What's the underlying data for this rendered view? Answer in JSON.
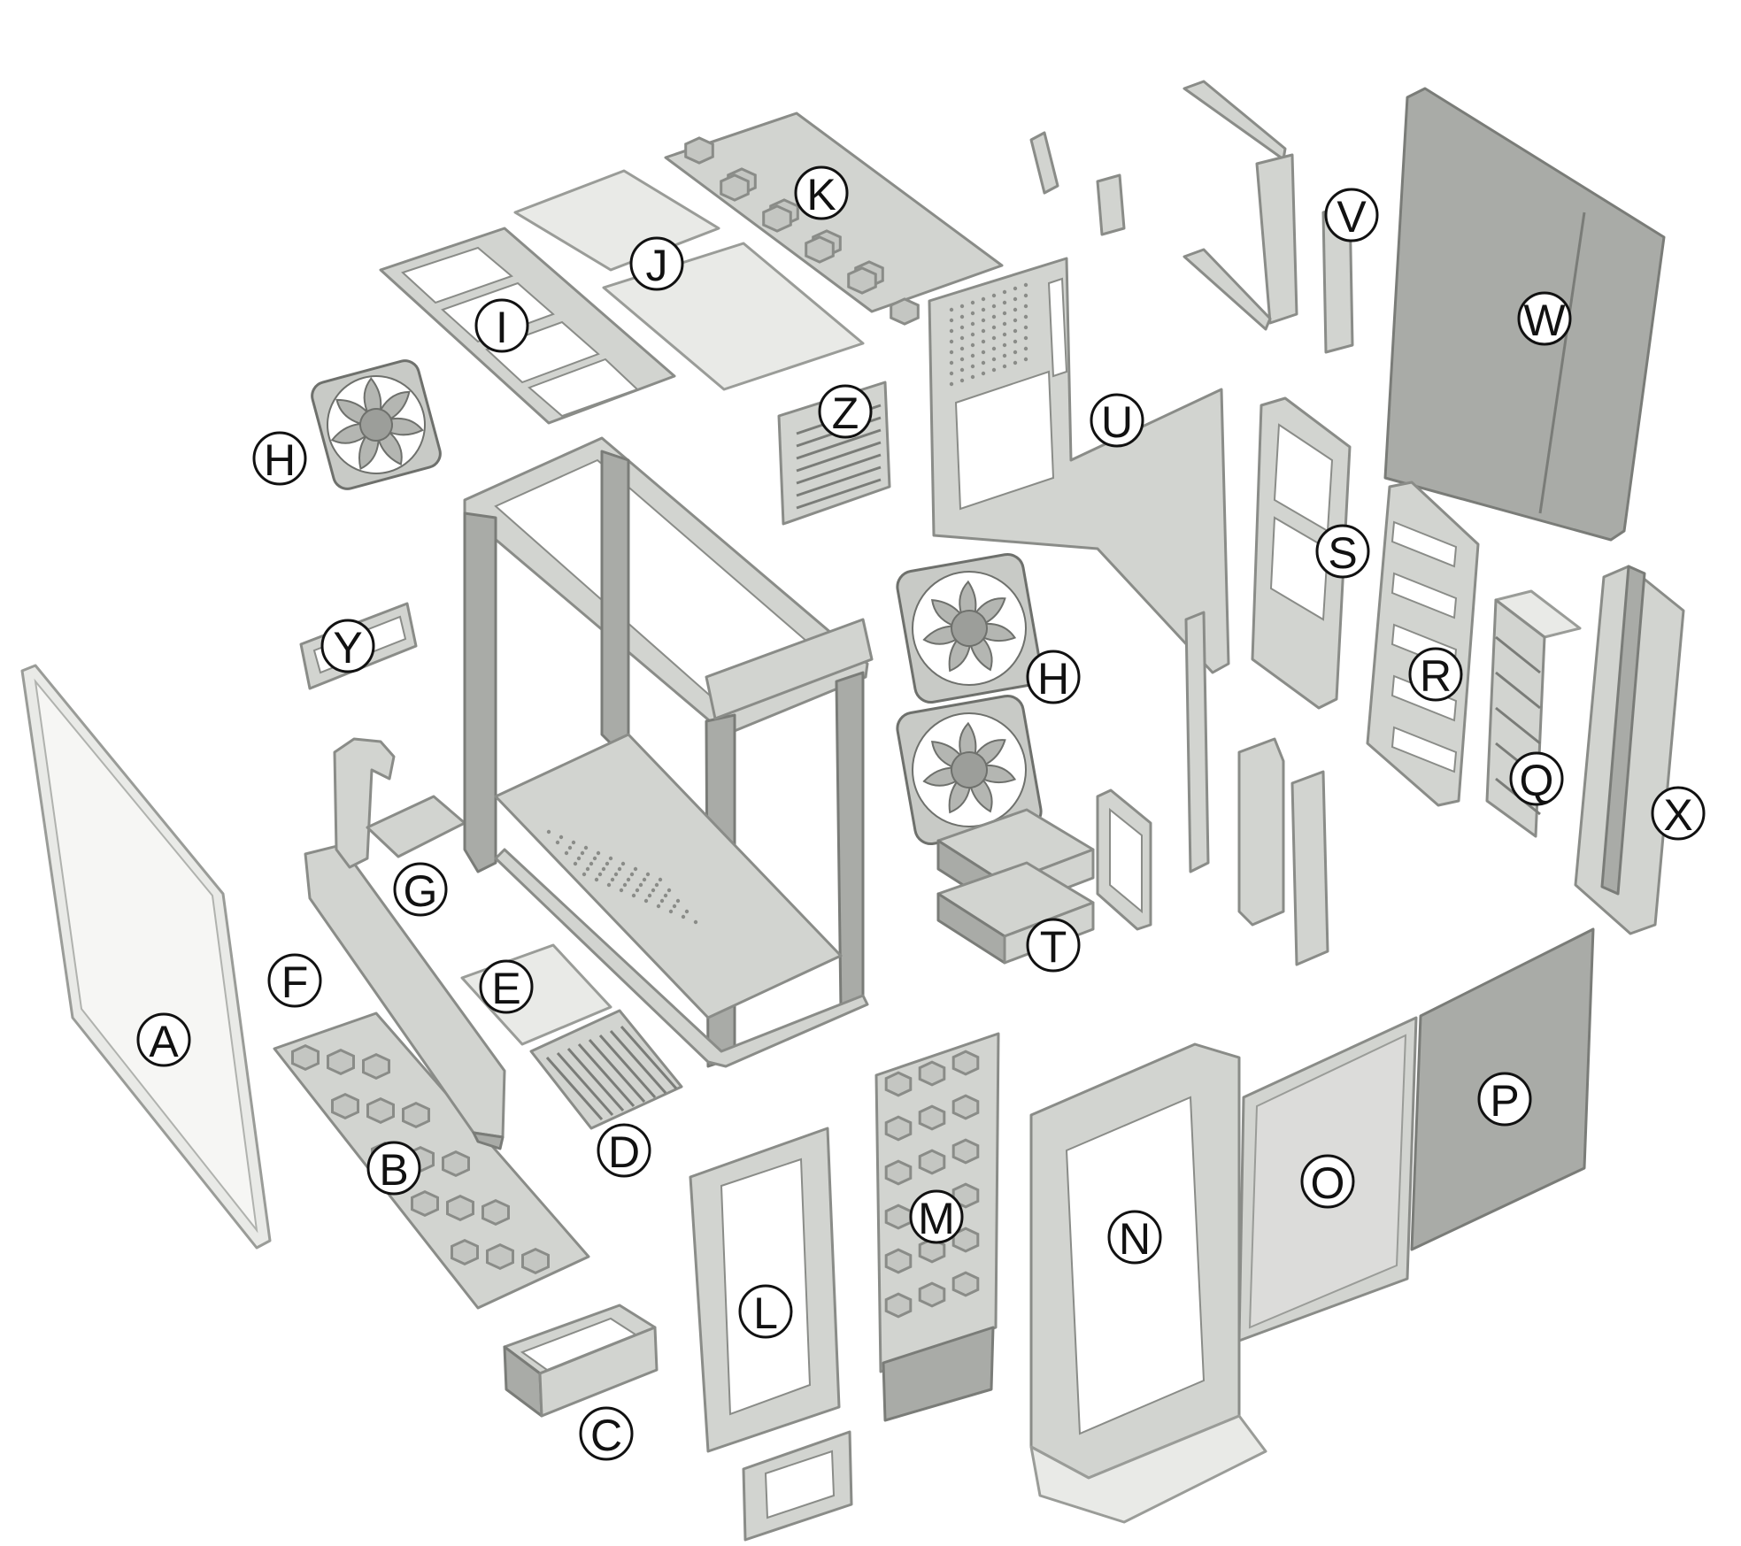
{
  "diagram": {
    "labels": [
      "A",
      "B",
      "C",
      "D",
      "E",
      "F",
      "G",
      "H",
      "H",
      "I",
      "J",
      "K",
      "L",
      "M",
      "N",
      "O",
      "P",
      "Q",
      "R",
      "S",
      "T",
      "U",
      "V",
      "W",
      "X",
      "Y",
      "Z"
    ]
  },
  "colors": {
    "part_fill": "#d2d4d0",
    "part_stroke": "#8a8c88",
    "callout_stroke": "#111111",
    "background": "#ffffff"
  }
}
